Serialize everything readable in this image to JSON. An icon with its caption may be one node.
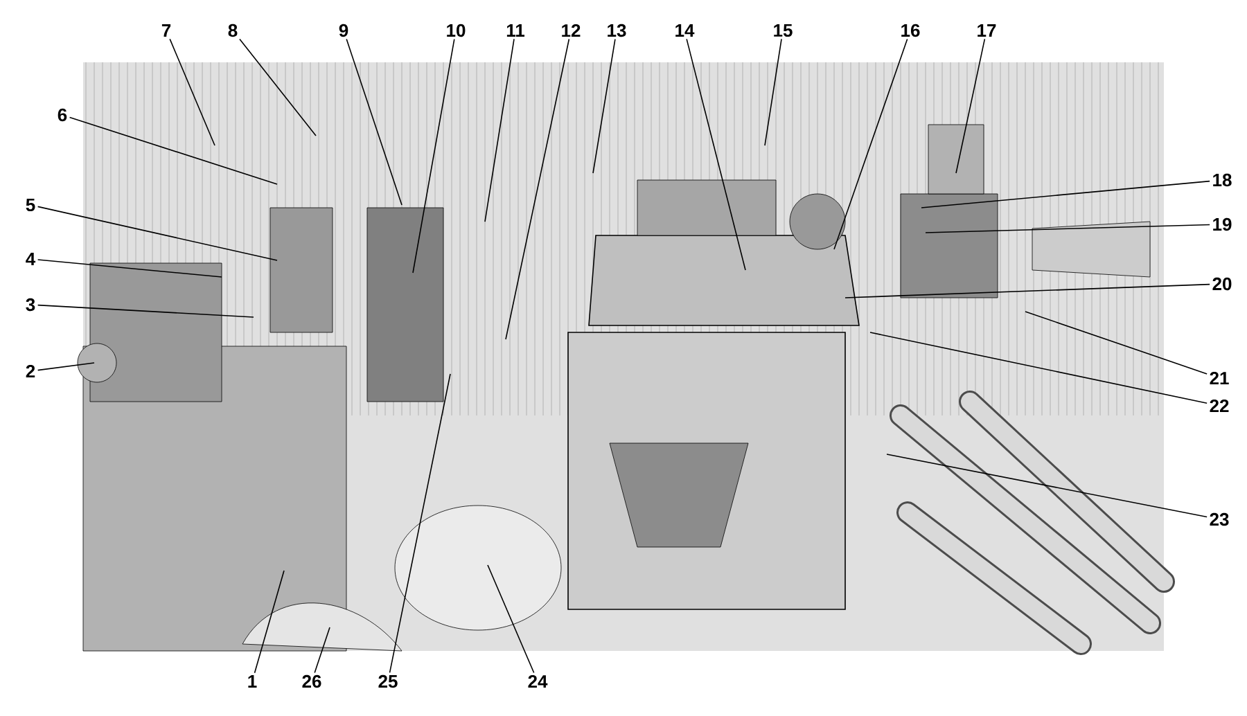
{
  "diagram": {
    "nodes": [
      {
        "text": [
          "1"
        ]
      },
      {
        "text": [
          "2"
        ]
      },
      {
        "text": [
          "3"
        ]
      },
      {
        "text": [
          "4"
        ]
      },
      {
        "text": [
          "5"
        ]
      },
      {
        "text": [
          "6"
        ]
      },
      {
        "text": [
          "7"
        ]
      },
      {
        "text": [
          "8"
        ]
      },
      {
        "text": [
          "9"
        ]
      },
      {
        "text": [
          "10"
        ]
      },
      {
        "text": [
          "11"
        ]
      },
      {
        "text": [
          "12"
        ]
      },
      {
        "text": [
          "13"
        ]
      },
      {
        "text": [
          "14"
        ]
      },
      {
        "text": [
          "15"
        ]
      },
      {
        "text": [
          "16"
        ]
      },
      {
        "text": [
          "17"
        ]
      },
      {
        "text": [
          "18"
        ]
      },
      {
        "text": [
          "19"
        ]
      },
      {
        "text": [
          "20"
        ]
      },
      {
        "text": [
          "21"
        ]
      },
      {
        "text": [
          "22"
        ]
      },
      {
        "text": [
          "23"
        ]
      },
      {
        "text": [
          "24"
        ]
      },
      {
        "text": [
          "25"
        ]
      },
      {
        "text": [
          "26"
        ]
      }
    ],
    "edges": [
      {
        "from": 0,
        "to": null,
        "arrow": "none"
      },
      {
        "from": 1,
        "to": null,
        "arrow": "none"
      },
      {
        "from": 2,
        "to": null,
        "arrow": "none"
      },
      {
        "from": 3,
        "to": null,
        "arrow": "none"
      },
      {
        "from": 4,
        "to": null,
        "arrow": "none"
      },
      {
        "from": 5,
        "to": null,
        "arrow": "none"
      },
      {
        "from": 6,
        "to": null,
        "arrow": "none"
      },
      {
        "from": 7,
        "to": null,
        "arrow": "none"
      },
      {
        "from": 8,
        "to": null,
        "arrow": "none"
      },
      {
        "from": 9,
        "to": null,
        "arrow": "none"
      },
      {
        "from": 10,
        "to": null,
        "arrow": "none"
      },
      {
        "from": 11,
        "to": null,
        "arrow": "none"
      },
      {
        "from": 12,
        "to": null,
        "arrow": "none"
      },
      {
        "from": 13,
        "to": null,
        "arrow": "none"
      },
      {
        "from": 14,
        "to": null,
        "arrow": "none"
      },
      {
        "from": 15,
        "to": null,
        "arrow": "none"
      },
      {
        "from": 16,
        "to": null,
        "arrow": "none"
      },
      {
        "from": 17,
        "to": null,
        "arrow": "none"
      },
      {
        "from": 18,
        "to": null,
        "arrow": "none"
      },
      {
        "from": 19,
        "to": null,
        "arrow": "none"
      },
      {
        "from": 20,
        "to": null,
        "arrow": "none"
      },
      {
        "from": 21,
        "to": null,
        "arrow": "none"
      },
      {
        "from": 22,
        "to": null,
        "arrow": "none"
      },
      {
        "from": 23,
        "to": null,
        "arrow": "none"
      },
      {
        "from": 24,
        "to": null,
        "arrow": "none"
      },
      {
        "from": 25,
        "to": null,
        "arrow": "none"
      }
    ]
  }
}
